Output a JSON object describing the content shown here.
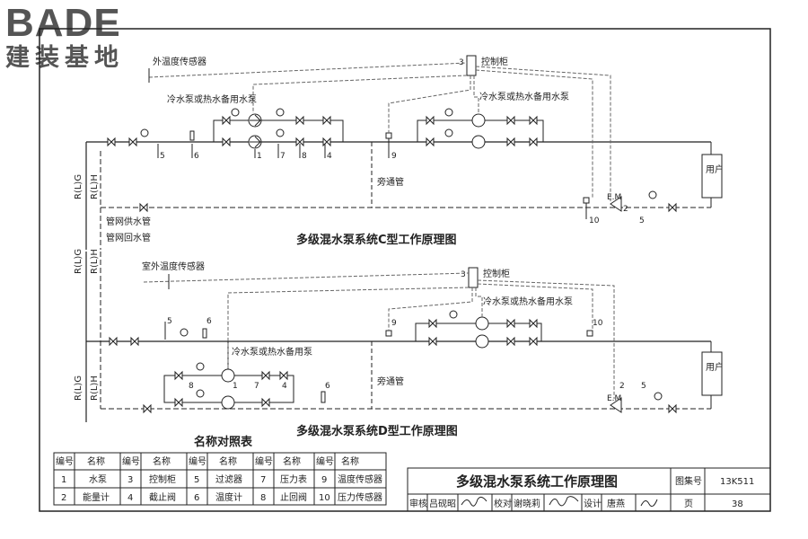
{
  "logo": {
    "brand": "BADE",
    "subtitle": "建装基地"
  },
  "diagram_c": {
    "title": "多级混水泵系统C型工作原理图",
    "outdoor_sensor": "外温度传感器",
    "control_cabinet": "控制柜",
    "control_cabinet_no": "3",
    "pump_label_left": "冷水泵或热水备用水泵",
    "pump_label_right": "冷水泵或热水备用水泵",
    "bypass": "旁通管",
    "user": "用户",
    "supply_pipe": "管网供水管",
    "return_pipe": "管网回水管",
    "main_label_g": "R(L)G",
    "main_label_h": "R(L)H",
    "em_label": "E.M",
    "callouts": [
      "5",
      "6",
      "1",
      "7",
      "8",
      "4",
      "9",
      "10",
      "2",
      "5"
    ]
  },
  "diagram_d": {
    "title": "多级混水泵系统D型工作原理图",
    "outdoor_sensor": "室外温度传感器",
    "control_cabinet": "控制柜",
    "control_cabinet_no": "3",
    "pump_label_left": "冷水泵或热水备用泵",
    "pump_label_right": "冷水泵或热水备用水泵",
    "bypass": "旁通管",
    "user": "用户",
    "main_label_g": "R(L)G",
    "main_label_h": "R(L)H",
    "em_label": "E.M",
    "callouts": [
      "5",
      "6",
      "9",
      "10",
      "8",
      "1",
      "7",
      "4",
      "6",
      "2",
      "5"
    ]
  },
  "legend": {
    "title": "名称对照表",
    "headers": [
      "编号",
      "名称",
      "编号",
      "名称",
      "编号",
      "名称",
      "编号",
      "名称",
      "编号",
      "名称"
    ],
    "rows": [
      [
        "1",
        "水泵",
        "3",
        "控制柜",
        "5",
        "过滤器",
        "7",
        "压力表",
        "9",
        "温度传感器"
      ],
      [
        "2",
        "能量计",
        "4",
        "截止阀",
        "6",
        "温度计",
        "8",
        "止回阀",
        "10",
        "压力传感器"
      ]
    ]
  },
  "titleblock": {
    "title": "多级混水泵系统工作原理图",
    "atlas_label": "图集号",
    "atlas_no": "13K511",
    "page_label": "页",
    "page_no": "38",
    "review": "审核",
    "reviewer": "吕砚昭",
    "check": "校对",
    "checker": "谢晓莉",
    "design": "设计",
    "designer": "唐燕"
  }
}
